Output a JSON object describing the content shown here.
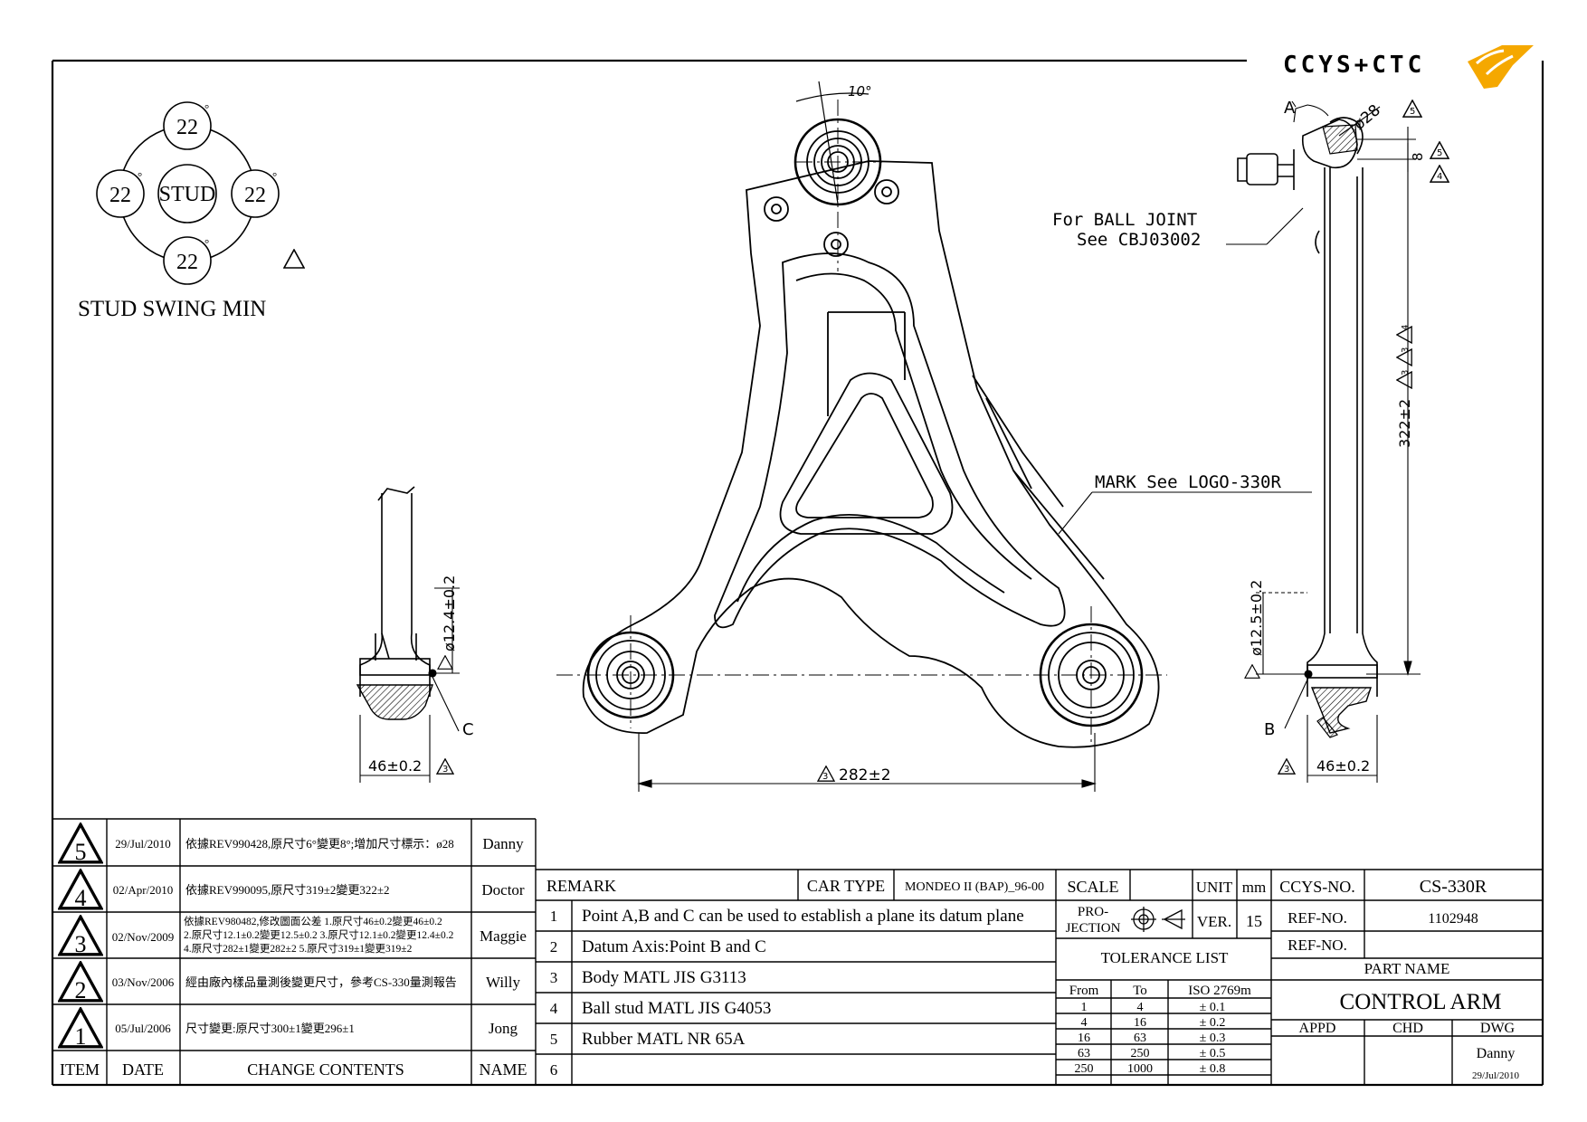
{
  "logo": {
    "text": "CCYS+CTC",
    "accent_color": "#f5a800"
  },
  "stud_swing": {
    "center_label": "STUD",
    "angles": [
      "22",
      "22",
      "22",
      "22"
    ],
    "degree_mark": "°",
    "title": "STUD SWING MIN"
  },
  "annotations": {
    "angle_top": "10°",
    "ball_joint_line1": "For BALL JOINT",
    "ball_joint_line2": "See CBJ03002",
    "mark_logo": "MARK See LOGO-330R",
    "dia_28": "ø28",
    "dim_8": "8",
    "dim_322": "322±2",
    "dia_12_4": "ø12.4±0.2",
    "dia_12_5": "ø12.5±0.2",
    "dim_46_left": "46±0.2",
    "dim_46_right": "46±0.2",
    "dim_282": "282±2",
    "point_a": "A",
    "point_b": "B",
    "point_c": "C",
    "rev_3": "3",
    "rev_4": "4",
    "rev_5": "5"
  },
  "revisions": {
    "header": {
      "item": "ITEM",
      "date": "DATE",
      "contents": "CHANGE CONTENTS",
      "name": "NAME"
    },
    "rows": [
      {
        "item": "5",
        "date": "29/Jul/2010",
        "contents": [
          "依據REV990428,原尺寸6°變更8°;增加尺寸標示：ø28"
        ],
        "name": "Danny"
      },
      {
        "item": "4",
        "date": "02/Apr/2010",
        "contents": [
          "依據REV990095,原尺寸319±2變更322±2"
        ],
        "name": "Doctor"
      },
      {
        "item": "3",
        "date": "02/Nov/2009",
        "contents": [
          "依據REV980482,修改圖面公差 1.原尺寸46±0.2變更46±0.2",
          "2.原尺寸12.1±0.2變更12.5±0.2 3.原尺寸12.1±0.2變更12.4±0.2",
          "4.原尺寸282±1變更282±2 5.原尺寸319±1變更319±2"
        ],
        "name": "Maggie"
      },
      {
        "item": "2",
        "date": "03/Nov/2006",
        "contents": [
          "經由廠內樣品量測後變更尺寸，參考CS-330量測報告"
        ],
        "name": "Willy"
      },
      {
        "item": "1",
        "date": "05/Jul/2006",
        "contents": [
          "尺寸變更:原尺寸300±1變更296±1"
        ],
        "name": "Jong"
      }
    ]
  },
  "remarks": {
    "header": "REMARK",
    "car_type_label": "CAR TYPE",
    "car_type_value": "MONDEO II (BAP)_96-00",
    "items": [
      {
        "num": "1",
        "text": "Point A,B and C can be used to establish a plane its datum plane"
      },
      {
        "num": "2",
        "text": "Datum Axis:Point B and C"
      },
      {
        "num": "3",
        "text": "Body MATL JIS G3113"
      },
      {
        "num": "4",
        "text": "Ball stud MATL JIS G4053"
      },
      {
        "num": "5",
        "text": "Rubber MATL NR 65A"
      },
      {
        "num": "6",
        "text": ""
      }
    ]
  },
  "title_block": {
    "scale_label": "SCALE",
    "scale_value": "",
    "unit_label": "UNIT",
    "unit_value": "mm",
    "projection_label_1": "PRO-",
    "projection_label_2": "JECTION",
    "ver_label": "VER.",
    "ver_value": "15",
    "ccys_no_label": "CCYS-NO.",
    "ccys_no_value": "CS-330R",
    "ref_no_label": "REF-NO.",
    "ref_no_value": "1102948",
    "ref_no_label_2": "REF-NO.",
    "ref_no_value_2": "",
    "part_name_label": "PART NAME",
    "part_name_value": "CONTROL ARM",
    "appd_label": "APPD",
    "chd_label": "CHD",
    "dwg_label": "DWG",
    "dwg_name": "Danny",
    "dwg_date": "29/Jul/2010"
  },
  "tolerance": {
    "title": "TOLERANCE LIST",
    "header": {
      "from": "From",
      "to": "To",
      "standard": "ISO 2769m"
    },
    "rows": [
      {
        "from": "1",
        "to": "4",
        "tol": "± 0.1"
      },
      {
        "from": "4",
        "to": "16",
        "tol": "± 0.2"
      },
      {
        "from": "16",
        "to": "63",
        "tol": "± 0.3"
      },
      {
        "from": "63",
        "to": "250",
        "tol": "± 0.5"
      },
      {
        "from": "250",
        "to": "1000",
        "tol": "± 0.8"
      }
    ]
  }
}
